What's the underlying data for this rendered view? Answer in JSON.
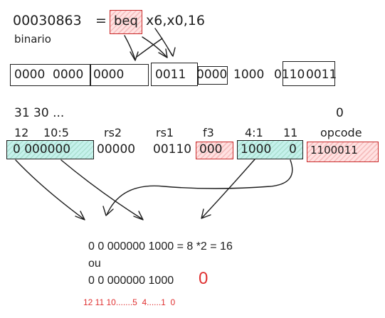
{
  "header": {
    "address": "00030863",
    "equals": "=",
    "mnemonic": "beq",
    "operands": "x6,x0,16",
    "binario_label": "binario"
  },
  "binary_row": {
    "groups": [
      "0000",
      "0000",
      "0000",
      "0011",
      "0000",
      "1000",
      "0110",
      "0011"
    ]
  },
  "bit_labels": {
    "top_left": "31 30 ...",
    "top_right": "0",
    "fields": [
      "12",
      "10:5",
      "rs2",
      "rs1",
      "f3",
      "4:1",
      "11",
      "opcode"
    ]
  },
  "field_values": {
    "imm_12_10_5": "0 000000",
    "rs2": "00000",
    "rs1": "00110",
    "f3": "000",
    "imm_4_1": "1000",
    "imm_11": "0",
    "opcode": "1100011"
  },
  "result": {
    "line1": "0 0 000000 1000 = 8 *2 = 16",
    "line2": "ou",
    "line3_prefix": "0 0 000000 1000",
    "line3_zero": "0",
    "bit_positions": "12 11 10.......5  4......1  0"
  },
  "colors": {
    "ink": "#1e1e1e",
    "red": "#e03131",
    "teal": "#0ca678"
  }
}
